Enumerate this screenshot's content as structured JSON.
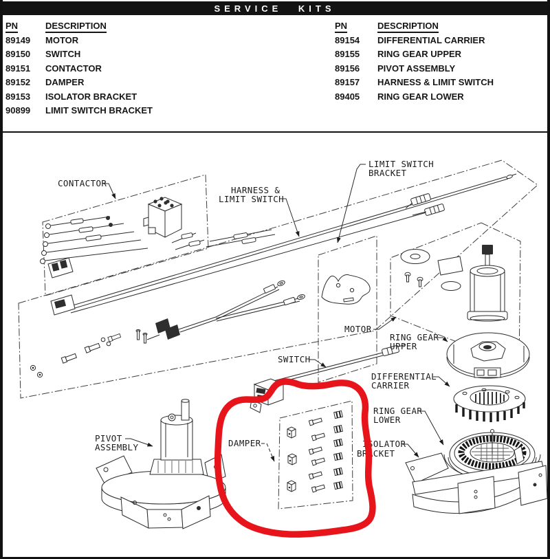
{
  "header": {
    "title": "SERVICE KITS"
  },
  "parts_tables": {
    "left": {
      "headers": {
        "pn": "PN",
        "description": "DESCRIPTION"
      },
      "rows": [
        {
          "pn": "89149",
          "description": "MOTOR"
        },
        {
          "pn": "89150",
          "description": "SWITCH"
        },
        {
          "pn": "89151",
          "description": "CONTACTOR"
        },
        {
          "pn": "89152",
          "description": "DAMPER"
        },
        {
          "pn": "89153",
          "description": "ISOLATOR BRACKET"
        },
        {
          "pn": "90899",
          "description": "LIMIT SWITCH BRACKET"
        }
      ]
    },
    "right": {
      "headers": {
        "pn": "PN",
        "description": "DESCRIPTION"
      },
      "rows": [
        {
          "pn": "89154",
          "description": "DIFFERENTIAL CARRIER"
        },
        {
          "pn": "89155",
          "description": "RING GEAR UPPER"
        },
        {
          "pn": "89156",
          "description": "PIVOT ASSEMBLY"
        },
        {
          "pn": "89157",
          "description": "HARNESS & LIMIT SWITCH"
        },
        {
          "pn": "89405",
          "description": "RING GEAR LOWER"
        }
      ]
    }
  },
  "diagram": {
    "labels": {
      "contactor": "CONTACTOR",
      "harness_limit_switch_1": "HARNESS &",
      "harness_limit_switch_2": "LIMIT SWITCH",
      "limit_switch_bracket_1": "LIMIT SWITCH",
      "limit_switch_bracket_2": "BRACKET",
      "motor": "MOTOR",
      "ring_gear_upper_1": "RING GEAR",
      "ring_gear_upper_2": "UPPER",
      "switch": "SWITCH",
      "differential_carrier_1": "DIFFERENTIAL",
      "differential_carrier_2": "CARRIER",
      "ring_gear_lower_1": "RING GEAR",
      "ring_gear_lower_2": "LOWER",
      "isolator_bracket_1": "ISOLATOR",
      "isolator_bracket_2": "BRACKET",
      "pivot_assembly_1": "PIVOT",
      "pivot_assembly_2": "ASSEMBLY",
      "damper": "DAMPER"
    },
    "annotation": {
      "shape": "freehand-circle",
      "color": "#e8141b",
      "highlights": "damper service kit parts"
    }
  },
  "colors": {
    "title_bar_bg": "#131313",
    "title_text": "#ffffff",
    "line_art": "#2a2a2a",
    "highlight_red": "#e8141b"
  }
}
